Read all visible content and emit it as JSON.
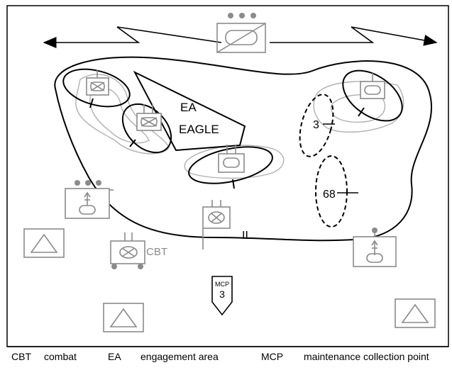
{
  "diagram": {
    "labels": {
      "engagement_area_prefix": "EA",
      "engagement_area_name": "EAGLE",
      "objective_3": "3",
      "objective_68": "68",
      "boundary_marker": "II",
      "combat_tag": "CBT",
      "mcp_title": "MCP",
      "mcp_number": "3"
    },
    "colors": {
      "symbol_gray": "#8a8a8a",
      "terrain_gray": "#b0b0b0",
      "line_black": "#000000"
    },
    "icons": [
      "double-arrow-icon",
      "lightning-zigzag-icon",
      "unit-symbol-icon",
      "triangle-icon",
      "mcp-marker-icon"
    ]
  },
  "legend": [
    {
      "abbr": "CBT",
      "meaning": "combat"
    },
    {
      "abbr": "EA",
      "meaning": "engagement area"
    },
    {
      "abbr": "MCP",
      "meaning": "maintenance collection point"
    }
  ]
}
